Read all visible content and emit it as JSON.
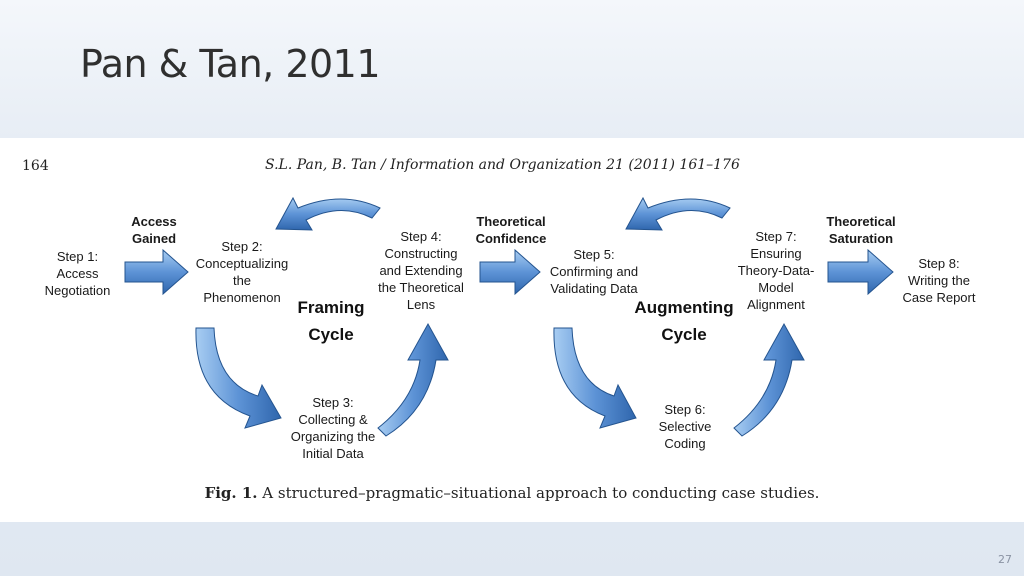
{
  "slide": {
    "title": "Pan & Tan, 2011",
    "number": "27"
  },
  "figure": {
    "page_number": "164",
    "journal_header": "S.L. Pan, B. Tan / Information and Organization 21 (2011) 161–176",
    "caption_prefix": "Fig. 1.",
    "caption_text": " A structured–pragmatic–situational approach to conducting case studies.",
    "steps": [
      {
        "label": "Step 1:\nAccess\nNegotiation"
      },
      {
        "label": "Step 2:\nConceptualizing\nthe\nPhenomenon"
      },
      {
        "label": "Step 3:\nCollecting &\nOrganizing the\nInitial Data"
      },
      {
        "label": "Step 4:\nConstructing\nand Extending\nthe Theoretical\nLens"
      },
      {
        "label": "Step 5:\nConfirming and\nValidating Data"
      },
      {
        "label": "Step 6:\nSelective\nCoding"
      },
      {
        "label": "Step 7:\nEnsuring\nTheory-Data-\nModel\nAlignment"
      },
      {
        "label": "Step 8:\nWriting the\nCase Report"
      }
    ],
    "transitions": [
      {
        "label": "Access\nGained"
      },
      {
        "label": "Theoretical\nConfidence"
      },
      {
        "label": "Theoretical\nSaturation"
      }
    ],
    "cycles": [
      {
        "label": "Framing\nCycle"
      },
      {
        "label": "Augmenting\nCycle"
      }
    ],
    "colors": {
      "arrow_light": "#9cc3ec",
      "arrow_dark": "#2f66ad",
      "arrow_edge": "#24548f"
    }
  }
}
